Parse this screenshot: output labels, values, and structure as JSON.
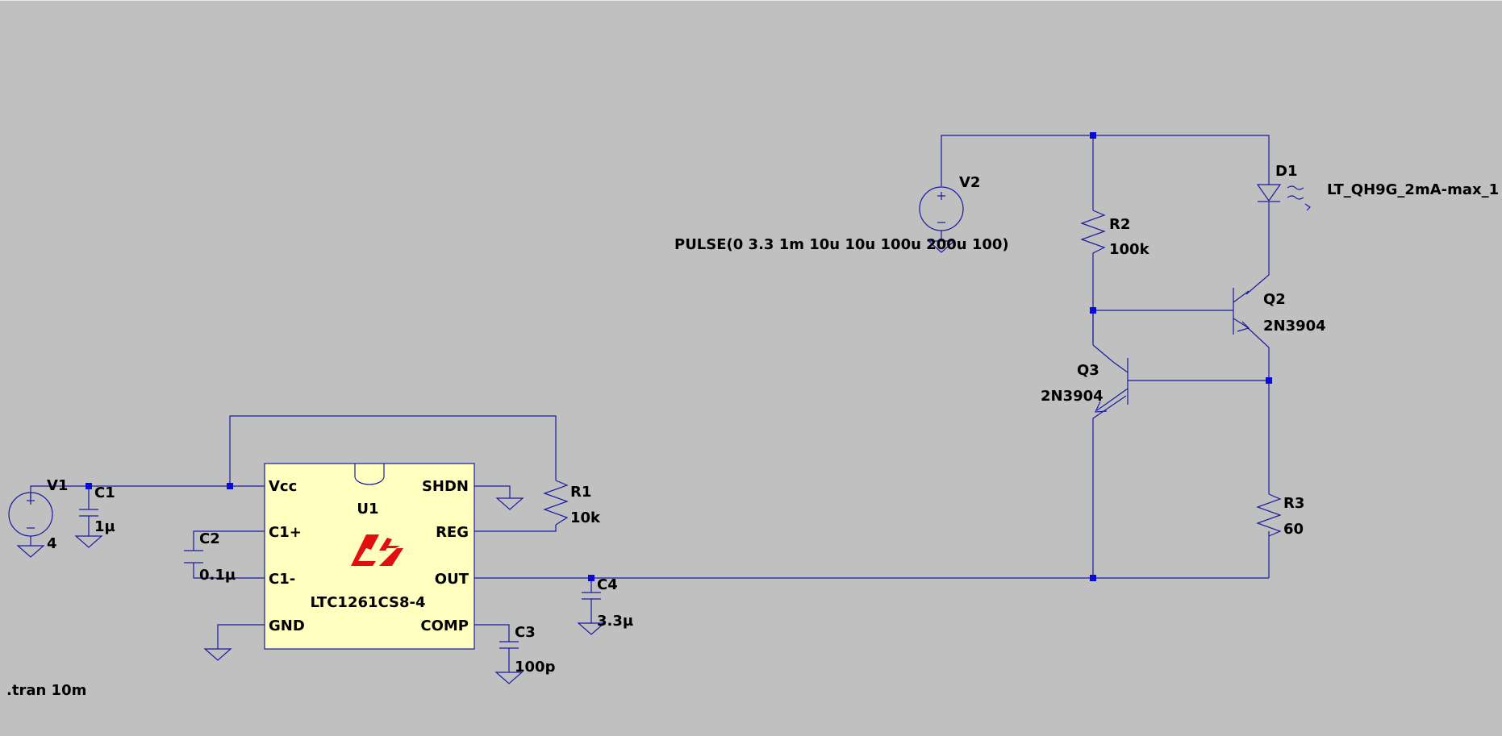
{
  "schematic": {
    "colors": {
      "background": "#c0c0c0",
      "wire": "#1a1aa0",
      "junction": "#0a0ad8",
      "ic_body": "#ffffc0",
      "logo": "#e01010"
    },
    "directive": ".tran 10m",
    "v1": {
      "name": "V1",
      "value": "4"
    },
    "v2": {
      "name": "V2",
      "value": "PULSE(0 3.3 1m 10u 10u 100u 200u 100)"
    },
    "c1": {
      "name": "C1",
      "value": "1µ"
    },
    "c2": {
      "name": "C2",
      "value": "0.1µ"
    },
    "c3": {
      "name": "C3",
      "value": "100p"
    },
    "c4": {
      "name": "C4",
      "value": "3.3µ"
    },
    "r1": {
      "name": "R1",
      "value": "10k"
    },
    "r2": {
      "name": "R2",
      "value": "100k"
    },
    "r3": {
      "name": "R3",
      "value": "60"
    },
    "q2": {
      "name": "Q2",
      "value": "2N3904"
    },
    "q3": {
      "name": "Q3",
      "value": "2N3904"
    },
    "d1": {
      "name": "D1",
      "value": "LT_QH9G_2mA-max_1"
    },
    "u1": {
      "name": "U1",
      "part": "LTC1261CS8-4",
      "logo_icon": "linear-technology-logo-icon",
      "pins": {
        "vcc": "Vcc",
        "c1p": "C1+",
        "c1m": "C1-",
        "gnd": "GND",
        "shdn": "SHDN",
        "reg": "REG",
        "out": "OUT",
        "comp": "COMP"
      }
    }
  }
}
